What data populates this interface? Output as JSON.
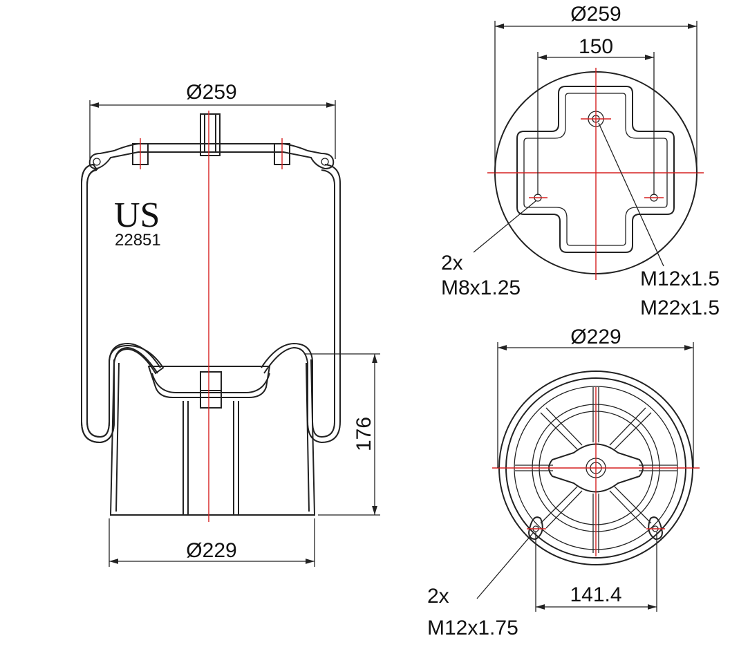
{
  "side_view": {
    "top_diameter": "Ø259",
    "bottom_diameter": "Ø229",
    "height": "176",
    "brand": "US",
    "part_number": "22851"
  },
  "top_view": {
    "diameter": "Ø259",
    "bolt_spacing": "150",
    "callout_left_qty": "2x",
    "callout_left_thread": "M8x1.25",
    "callout_right_thread_1": "M12x1.5",
    "callout_right_thread_2": "M22x1.5"
  },
  "bottom_view": {
    "diameter": "Ø229",
    "bolt_spacing": "141.4",
    "callout_qty": "2x",
    "callout_thread": "M12x1.75"
  },
  "colors": {
    "centerline": "#d62020",
    "line": "#222222"
  }
}
